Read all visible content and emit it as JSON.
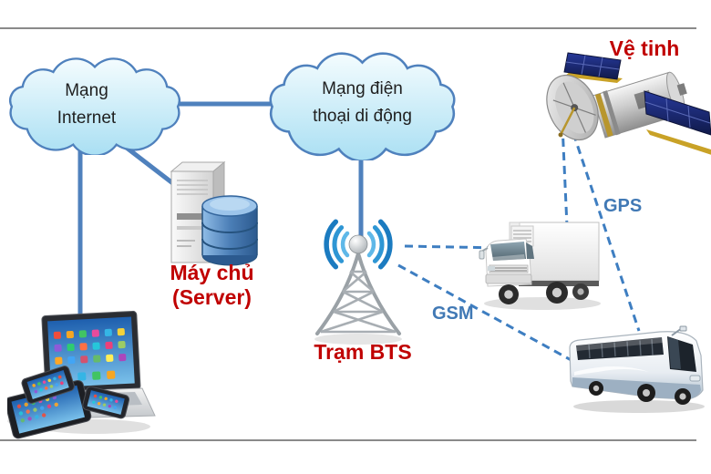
{
  "diagram": {
    "type": "network-architecture",
    "nodes": {
      "internet_cloud": {
        "icon": "cloud-icon",
        "line1": "Mạng",
        "line2": "Internet"
      },
      "mobile_cloud": {
        "icon": "cloud-icon",
        "line1": "Mạng điện",
        "line2": "thoại di động"
      },
      "satellite": {
        "icon": "satellite-icon",
        "label": "Vệ tinh"
      },
      "server": {
        "icon": "server-icon",
        "line1": "Máy chủ",
        "line2": "(Server)"
      },
      "bts": {
        "icon": "radio-tower-icon",
        "label": "Trạm BTS"
      },
      "truck": {
        "icon": "truck-icon"
      },
      "bus": {
        "icon": "bus-icon"
      },
      "client_devices": {
        "icon": "devices-icon"
      }
    },
    "links": [
      {
        "from": "internet_cloud",
        "to": "mobile_cloud",
        "style": "solid"
      },
      {
        "from": "internet_cloud",
        "to": "server",
        "style": "solid"
      },
      {
        "from": "internet_cloud",
        "to": "client_devices",
        "style": "solid"
      },
      {
        "from": "mobile_cloud",
        "to": "bts",
        "style": "solid"
      },
      {
        "from": "bts",
        "to": "truck",
        "style": "dashed"
      },
      {
        "from": "bts",
        "to": "bus",
        "style": "dashed",
        "label": "GSM"
      },
      {
        "from": "satellite",
        "to": "truck",
        "style": "dashed"
      },
      {
        "from": "satellite",
        "to": "bus",
        "style": "dashed",
        "label": "GPS"
      }
    ],
    "link_labels": {
      "gsm": "GSM",
      "gps": "GPS"
    },
    "colors": {
      "connector_blue": "#4F81BD",
      "dashed_blue": "#3E7EC1",
      "label_red": "#C00000",
      "link_label_blue": "#4179B5",
      "cloud_fill_top": "#F4FCFE",
      "cloud_fill_bottom": "#A9DFF3",
      "cloud_stroke": "#4F81BD",
      "frame_gray": "#8A8A8A"
    }
  }
}
